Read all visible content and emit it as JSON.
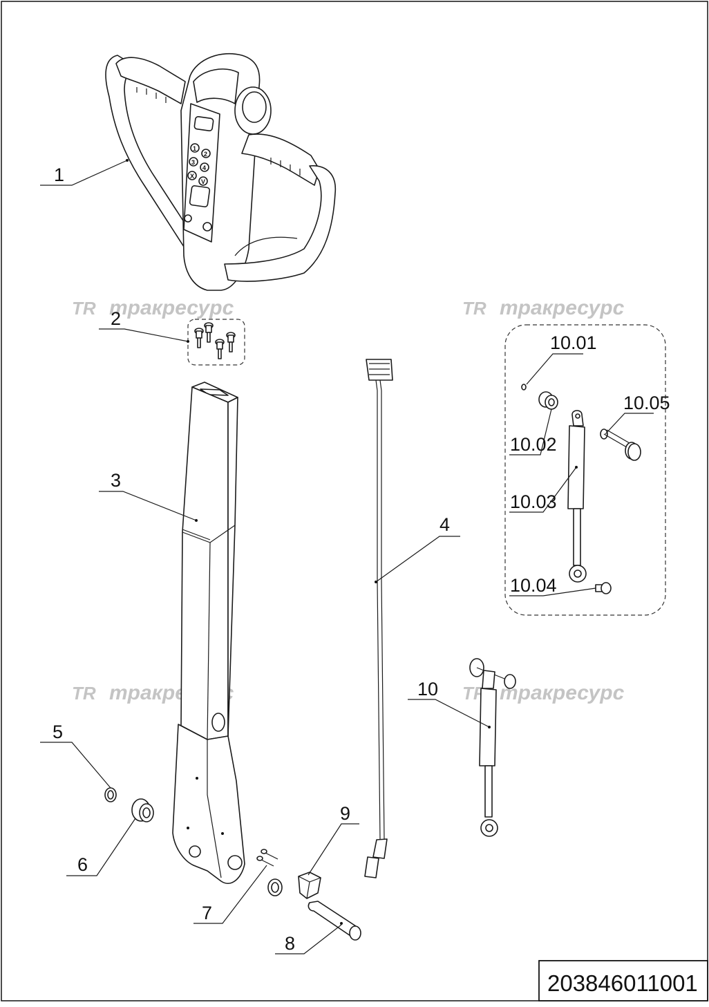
{
  "watermark": {
    "logo": "TR",
    "text": "тракресурс"
  },
  "callouts": [
    "1",
    "2",
    "3",
    "4",
    "5",
    "6",
    "7",
    "8",
    "9",
    "10",
    "10.01",
    "10.02",
    "10.03",
    "10.04",
    "10.05"
  ],
  "keypad": [
    "1",
    "2",
    "3",
    "4",
    "X",
    "V"
  ],
  "document_number": "203846011001"
}
